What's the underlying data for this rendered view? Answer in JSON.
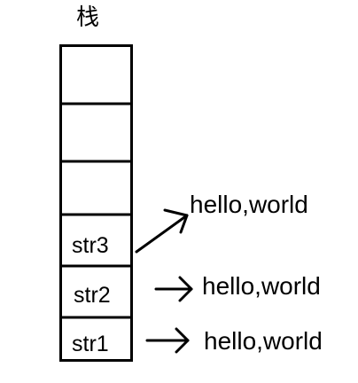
{
  "diagram": {
    "title": "栈",
    "cells": [
      {
        "label": ""
      },
      {
        "label": ""
      },
      {
        "label": ""
      },
      {
        "label": "str3"
      },
      {
        "label": "str2"
      },
      {
        "label": "str1"
      }
    ],
    "values": [
      {
        "text": "hello,world",
        "from": "str3"
      },
      {
        "text": "hello,world",
        "from": "str2"
      },
      {
        "text": "hello,world",
        "from": "str1"
      }
    ]
  }
}
